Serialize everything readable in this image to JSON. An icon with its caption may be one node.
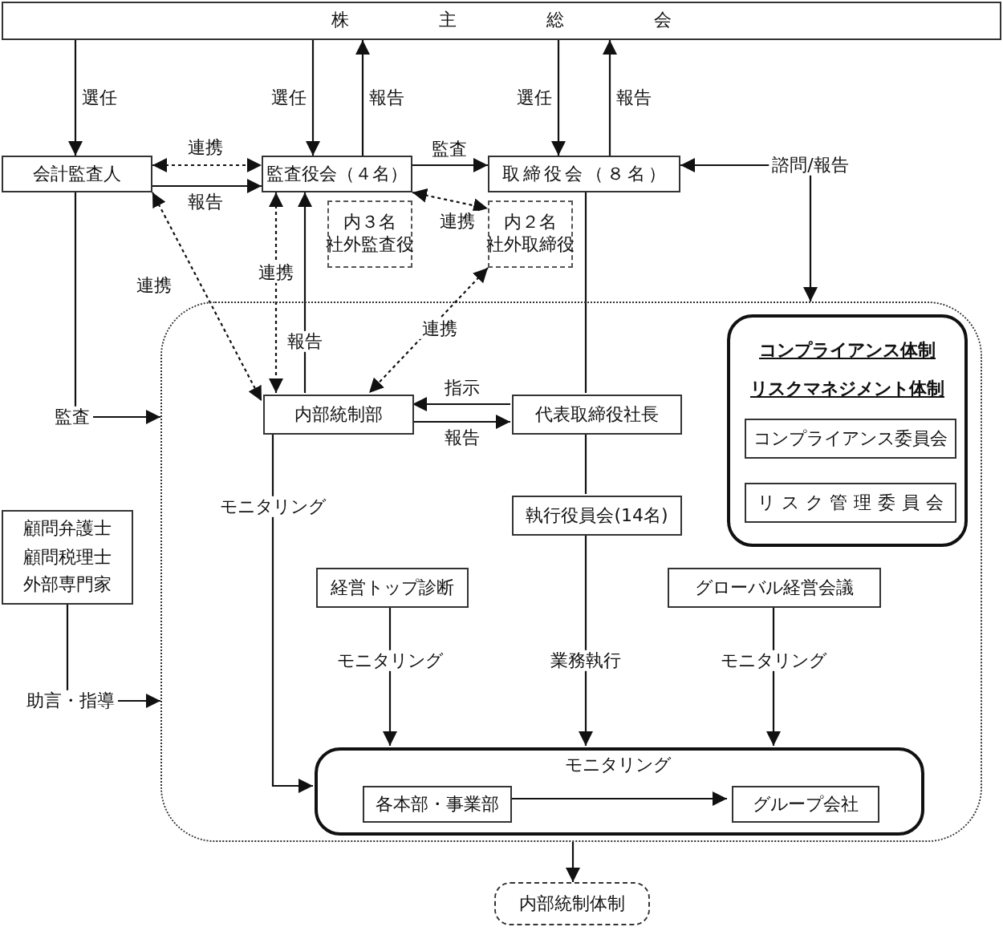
{
  "diagram": {
    "nodes": [
      {
        "text": [
          "株主総会"
        ]
      },
      {
        "text": [
          "会計監査人"
        ]
      },
      {
        "text": [
          "監査役会（４名）"
        ]
      },
      {
        "text": [
          "内３名",
          "社外監査役"
        ]
      },
      {
        "text": [
          "取締役会（８名）"
        ]
      },
      {
        "text": [
          "内２名",
          "社外取締役"
        ]
      },
      {
        "text": [],
        "shape": "box"
      },
      {
        "text": [
          "内部統制部"
        ],
        "in": 6
      },
      {
        "text": [
          "代表取締役社長"
        ],
        "in": 6
      },
      {
        "text": [
          "執行役員会(14名)"
        ],
        "in": 6
      },
      {
        "text": [
          "コンプライアンス体制",
          "リスクマネジメント体制"
        ],
        "in": 6
      },
      {
        "text": [
          "コンプライアンス委員会"
        ],
        "in": 10
      },
      {
        "text": [
          "リスク管理委員会"
        ],
        "in": 10
      },
      {
        "text": [
          "経営トップ診断"
        ],
        "in": 6
      },
      {
        "text": [
          "グローバル経営会議"
        ],
        "in": 6
      },
      {
        "text": [],
        "shape": "box",
        "in": 6
      },
      {
        "text": [
          "各本部・事業部"
        ],
        "in": 15
      },
      {
        "text": [
          "グループ会社"
        ],
        "in": 15
      },
      {
        "text": [
          "顧問弁護士",
          "顧問税理士",
          "外部専門家"
        ]
      },
      {
        "text": [
          "内部統制体制"
        ]
      }
    ],
    "edges": [
      {
        "from": 0,
        "to": 1,
        "arrow": "to",
        "label": "選任"
      },
      {
        "from": 0,
        "to": 2,
        "arrow": "to",
        "label": "選任"
      },
      {
        "from": 2,
        "to": 0,
        "arrow": "to",
        "label": "報告"
      },
      {
        "from": 0,
        "to": 4,
        "arrow": "to",
        "label": "選任"
      },
      {
        "from": 4,
        "to": 0,
        "arrow": "to",
        "label": "報告"
      },
      {
        "from": 1,
        "to": 2,
        "arrow": "both",
        "label": "連携",
        "style": "dashed"
      },
      {
        "from": 1,
        "to": 2,
        "arrow": "to",
        "label": "報告"
      },
      {
        "from": 2,
        "to": 4,
        "arrow": "to",
        "label": "監査"
      },
      {
        "from": 2,
        "to": 5,
        "arrow": "both",
        "label": "連携",
        "style": "dashed"
      },
      {
        "from": 1,
        "to": 7,
        "arrow": "both",
        "label": "連携",
        "style": "dashed"
      },
      {
        "from": 2,
        "to": 7,
        "arrow": "both",
        "label": "連携",
        "style": "dashed"
      },
      {
        "from": 7,
        "to": 2,
        "arrow": "to",
        "label": "報告"
      },
      {
        "from": 5,
        "to": 7,
        "arrow": "both",
        "label": "連携",
        "style": "dashed"
      },
      {
        "from": 8,
        "to": 7,
        "arrow": "to",
        "label": "指示"
      },
      {
        "from": 7,
        "to": 8,
        "arrow": "to",
        "label": "報告"
      },
      {
        "from": 4,
        "to": 8,
        "arrow": "none"
      },
      {
        "from": 8,
        "to": 9,
        "arrow": "none"
      },
      {
        "from": 9,
        "to": 15,
        "arrow": "to",
        "label": "業務執行"
      },
      {
        "from": 6,
        "to": 4,
        "arrow": "both",
        "label": "諮問/報告"
      },
      {
        "from": 1,
        "to": 6,
        "arrow": "to",
        "label": "監査"
      },
      {
        "from": 18,
        "to": 6,
        "arrow": "to",
        "label": "助言・指導"
      },
      {
        "from": 7,
        "to": 15,
        "arrow": "to",
        "label": "モニタリング"
      },
      {
        "from": 13,
        "to": 15,
        "arrow": "to",
        "label": "モニタリング"
      },
      {
        "from": 14,
        "to": 15,
        "arrow": "to",
        "label": "モニタリング"
      },
      {
        "from": 16,
        "to": 17,
        "arrow": "to",
        "label": "モニタリング"
      },
      {
        "from": 6,
        "to": 19,
        "arrow": "to"
      }
    ]
  }
}
